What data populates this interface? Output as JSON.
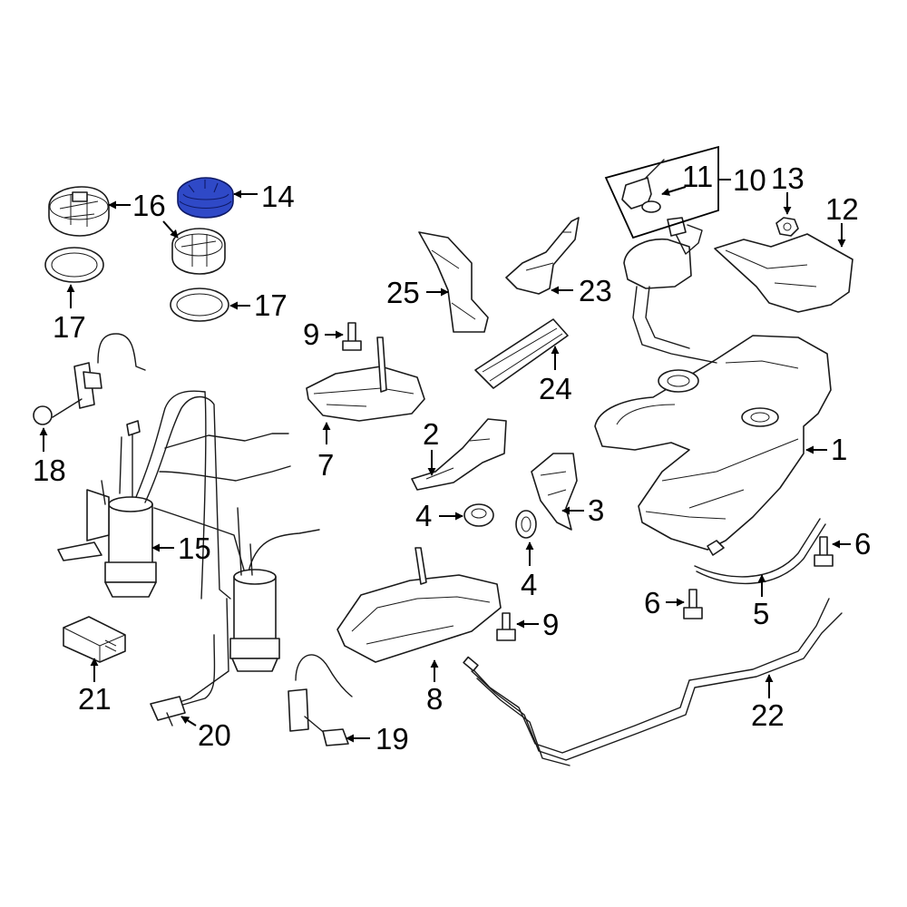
{
  "callouts": {
    "c1": "1",
    "c2": "2",
    "c3": "3",
    "c4a": "4",
    "c4b": "4",
    "c5": "5",
    "c6a": "6",
    "c6b": "6",
    "c7": "7",
    "c8": "8",
    "c9a": "9",
    "c9b": "9",
    "c10": "10",
    "c11": "11",
    "c12": "12",
    "c13": "13",
    "c14": "14",
    "c15": "15",
    "c16": "16",
    "c17a": "17",
    "c17b": "17",
    "c18": "18",
    "c19": "19",
    "c20": "20",
    "c21": "21",
    "c22": "22",
    "c23": "23",
    "c24": "24",
    "c25": "25"
  },
  "colors": {
    "highlight": "#2f49c7",
    "line": "#1a1a1a",
    "background": "#ffffff"
  },
  "highlighted_part": "14"
}
